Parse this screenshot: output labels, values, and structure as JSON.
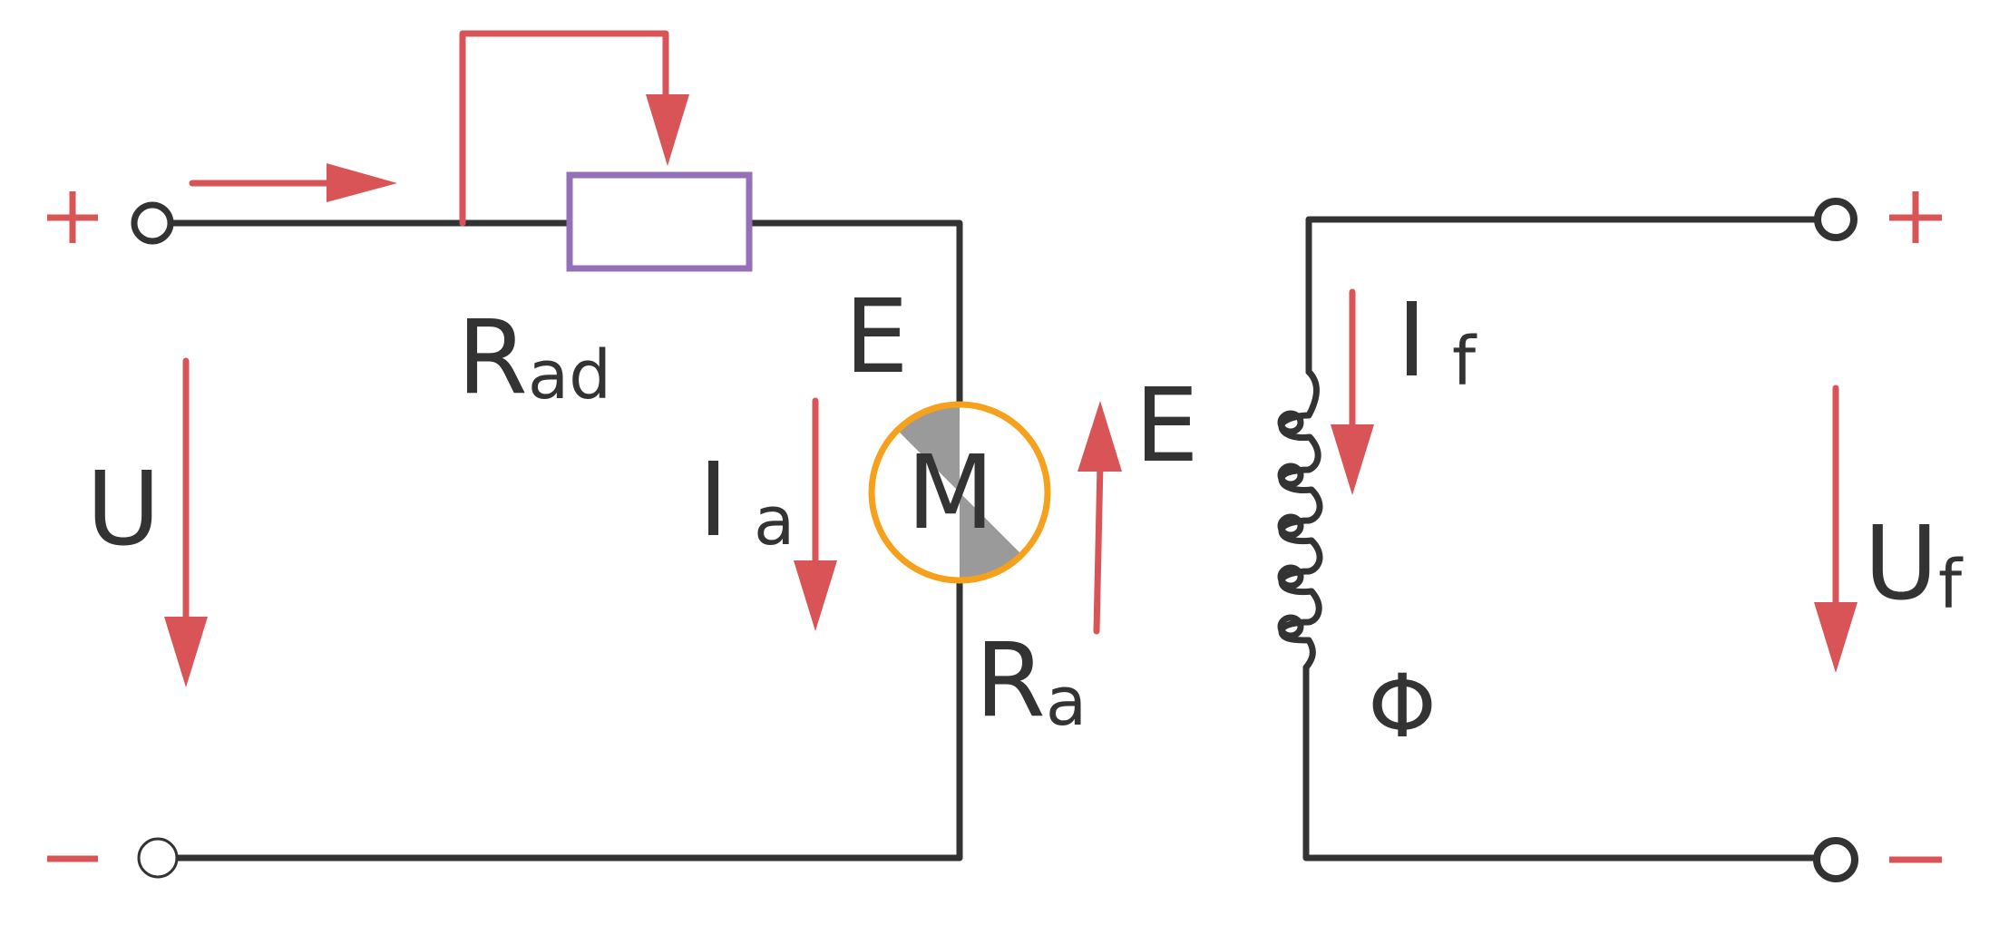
{
  "colors": {
    "wire": "#333333",
    "arrow": "#d95457",
    "resistor": "#9370b8",
    "motor_ring": "#f5a11c",
    "motor_fill": "#9a9a9a",
    "text": "#333333"
  },
  "terminals": {
    "left_plus": "+",
    "left_minus": "−",
    "right_plus": "+",
    "right_minus": "−"
  },
  "labels": {
    "rad_main": "R",
    "rad_sub": "ad",
    "u": "U",
    "e_top": "E",
    "ia_main": "I",
    "ia_sub": "a",
    "motor": "M",
    "ra_main": "R",
    "ra_sub": "a",
    "e_right": "E",
    "if_main": "I",
    "if_sub": "f",
    "uf_main": "U",
    "uf_sub": "f",
    "phi": "Φ"
  },
  "icons": {
    "resistor": "variable-resistor-icon",
    "motor": "dc-motor-icon",
    "field_coil": "field-winding-coil-icon",
    "terminal": "terminal-circle-icon",
    "arrow": "direction-arrow-icon"
  }
}
